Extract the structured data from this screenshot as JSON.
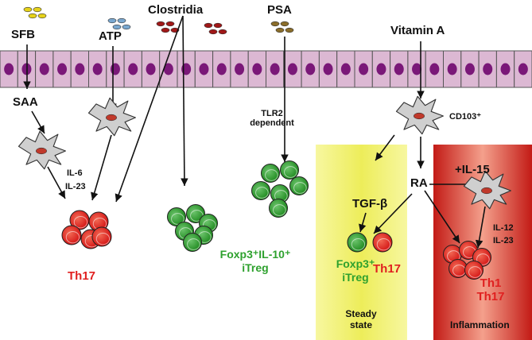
{
  "labels": {
    "sfb": "SFB",
    "atp": "ATP",
    "clostridia": "Clostridia",
    "psa": "PSA",
    "vitamin_a": "Vitamin A",
    "saa": "SAA",
    "il6": "IL-6",
    "il23": "IL-23",
    "tlr2_line1": "TLR2",
    "tlr2_line2": "dependent",
    "cd103": "CD103⁺",
    "tgfb": "TGF-β",
    "ra": "RA",
    "il15": "+IL-15",
    "il12": "IL-12",
    "il23b": "IL-23",
    "th17_left": "Th17",
    "itreg_left_line1": "Foxp3⁺IL-10⁺",
    "itreg_left_line2": "iTreg",
    "foxp3_line1": "Foxp3⁺",
    "foxp3_line2": "iTreg",
    "th17_mid": "Th17",
    "th1": "Th1",
    "th17_right": "Th17",
    "steady_line1": "Steady",
    "steady_line2": "state",
    "inflammation": "Inflammation"
  },
  "colors": {
    "epithelium": "#dcb8d3",
    "nucleus": "#7a1878",
    "steady_panel": "#eded5a",
    "inflammation_panel": "#d8261e",
    "th17_cell": "#d81c1c",
    "treg_cell": "#2e9b2e",
    "th17_text": "#e02020",
    "treg_text": "#2ea12e",
    "sfb_dots": "#e6d21a",
    "atp_dots": "#7aa8d0",
    "clostridia_dots": "#a01818",
    "psa_dots": "#8a6d2a"
  }
}
